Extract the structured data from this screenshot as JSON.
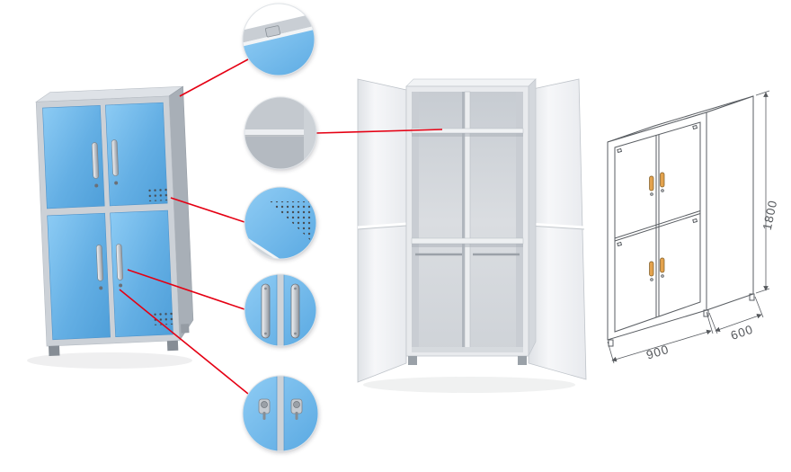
{
  "figure": {
    "dimensions": {
      "height": "1800",
      "width": "900",
      "depth": "600"
    }
  },
  "colors": {
    "background": "#ffffff",
    "door_blue_light": "#85c7f2",
    "door_blue": "#55a5df",
    "frame_gray": "#ccd1d7",
    "interior_gray": "#d4d8dd",
    "callout_line_red": "#e50013",
    "wireframe_stroke": "#55585c",
    "handle_orange": "#e3a24d",
    "chrome_handle": "#c3c8ce"
  },
  "callouts": [
    {
      "id": "top-corner"
    },
    {
      "id": "inner-shelf"
    },
    {
      "id": "vent-holes"
    },
    {
      "id": "door-handles"
    },
    {
      "id": "lock-latch"
    }
  ]
}
